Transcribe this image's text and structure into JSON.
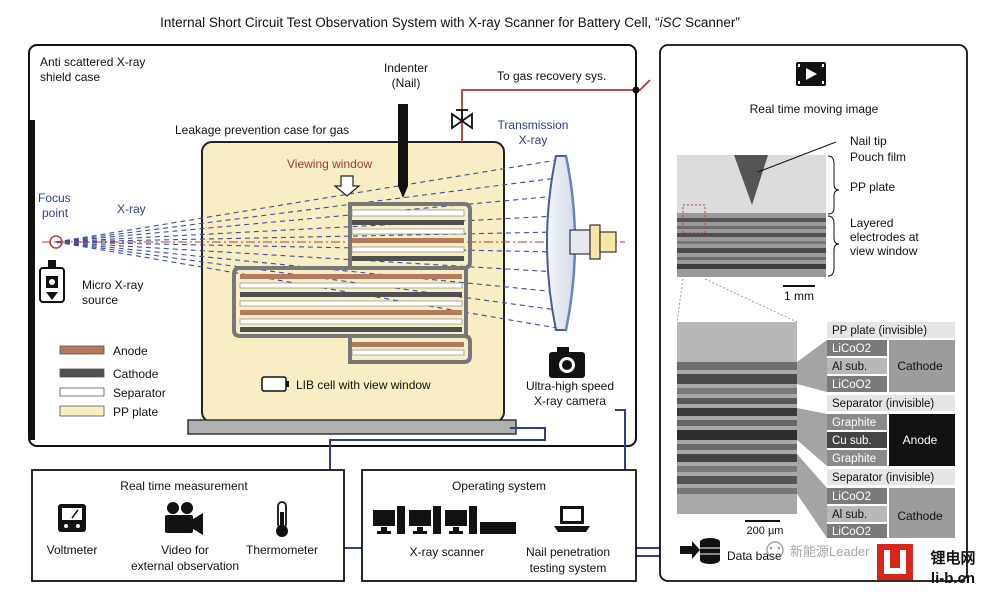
{
  "title": "Internal Short Circuit Test Observation System with X-ray Scanner for Battery Cell, “iSC Scanner”",
  "title_parts": {
    "prefix": "Internal Short Circuit Test Observation System with X-ray Scanner for Battery Cell, “",
    "italic": "iSC",
    "suffix": " Scanner”"
  },
  "shield": {
    "label_line1": "Anti scattered X-ray",
    "label_line2": "shield case",
    "focus_line1": "Focus",
    "focus_line2": "point",
    "xray_label": "X-ray",
    "source_line1": "Micro X-ray",
    "source_line2": "source",
    "indenter_line1": "Indenter",
    "indenter_line2": "(Nail)",
    "gas_label": "To gas recovery sys.",
    "leak_case_label": "Leakage prevention case for gas",
    "viewing_window_label": "Viewing window",
    "transmission_line1": "Transmission",
    "transmission_line2": "X-ray",
    "camera_line1": "Ultra-high speed",
    "camera_line2": "X-ray camera",
    "cell_label": "LIB cell with view window"
  },
  "legend": [
    {
      "label": "Anode",
      "color": "#b47a5e"
    },
    {
      "label": "Cathode",
      "color": "#505050"
    },
    {
      "label": "Separator",
      "color": "#ffffff"
    },
    {
      "label": "PP plate",
      "color": "#f7efc3"
    }
  ],
  "measurement": {
    "title": "Real time measurement",
    "items": [
      "Voltmeter",
      "Video for",
      "external observation",
      "Thermometer"
    ]
  },
  "operating": {
    "title": "Operating system",
    "scanner_label": "X-ray scanner",
    "nail_line1": "Nail penetration",
    "nail_line2": "testing system"
  },
  "right_panel": {
    "realtime_label": "Real time moving image",
    "nail_tip": "Nail tip",
    "pouch_film": "Pouch film",
    "pp_plate": "PP plate",
    "layered_line1": "Layered",
    "layered_line2": "electrodes at",
    "layered_line3": "view window",
    "scale_1mm": "1 mm",
    "scale_200um": "200 µm",
    "database_label": "Data base",
    "layers": [
      {
        "text": "PP plate (invisible)"
      },
      {
        "text": "LiCoO2"
      },
      {
        "text": "Al sub."
      },
      {
        "text": "LiCoO2"
      },
      {
        "text": "Separator (invisible)"
      },
      {
        "text": "Graphite"
      },
      {
        "text": "Cu sub."
      },
      {
        "text": "Graphite"
      },
      {
        "text": "Separator (invisible)"
      },
      {
        "text": "LiCoO2"
      },
      {
        "text": "Al sub."
      },
      {
        "text": "LiCoO2"
      }
    ],
    "cathode_label": "Cathode",
    "anode_label": "Anode",
    "cathode_label2": "Cathode"
  },
  "watermark": {
    "wechat_text": "新能源Leader",
    "logo_cn": "锂电网",
    "logo_en": "li-b.cn"
  },
  "colors": {
    "anode": "#b47a5e",
    "cathode": "#505050",
    "pp_plate": "#f7efc3",
    "xray_lines": "#2a3f8f",
    "red_axis": "#c0392b",
    "cable": "#2b3d8f",
    "logo_red": "#d9261c"
  },
  "icons": [
    "film-icon",
    "voltmeter-icon",
    "video-camera-icon",
    "thermometer-icon",
    "computer-icon",
    "laptop-icon",
    "database-icon",
    "camera-icon",
    "xray-source-icon",
    "battery-icon",
    "valve-icon"
  ]
}
